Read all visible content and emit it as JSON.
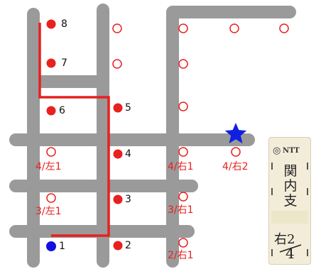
{
  "title": "",
  "red_markers": [
    {
      "id": "m8",
      "label": "8"
    },
    {
      "id": "m7",
      "label": "7"
    },
    {
      "id": "m6",
      "label": "6"
    },
    {
      "id": "m5",
      "label": "5"
    },
    {
      "id": "m4",
      "label": "4"
    },
    {
      "id": "m3",
      "label": "3"
    },
    {
      "id": "m2",
      "label": "2"
    }
  ],
  "blue_marker": {
    "label": "1"
  },
  "location_labels": [
    {
      "id": "l1",
      "text": "4/左1"
    },
    {
      "id": "l2",
      "text": "4/右1"
    },
    {
      "id": "l3",
      "text": "4/右2"
    },
    {
      "id": "l4",
      "text": "3/左1"
    },
    {
      "id": "l5",
      "text": "3/右1"
    },
    {
      "id": "l6",
      "text": "2/右1"
    }
  ],
  "sign": {
    "logo_text": "NTT",
    "vertical_text": [
      "関",
      "内",
      "支"
    ],
    "code": "右2",
    "number": "4"
  },
  "colors": {
    "road": "#9a9a9a",
    "route": "#e8201e",
    "marker_red": "#e8201e",
    "marker_blue": "#1010e0",
    "star": "#1020e0",
    "empty_marker": "#e8201e"
  }
}
